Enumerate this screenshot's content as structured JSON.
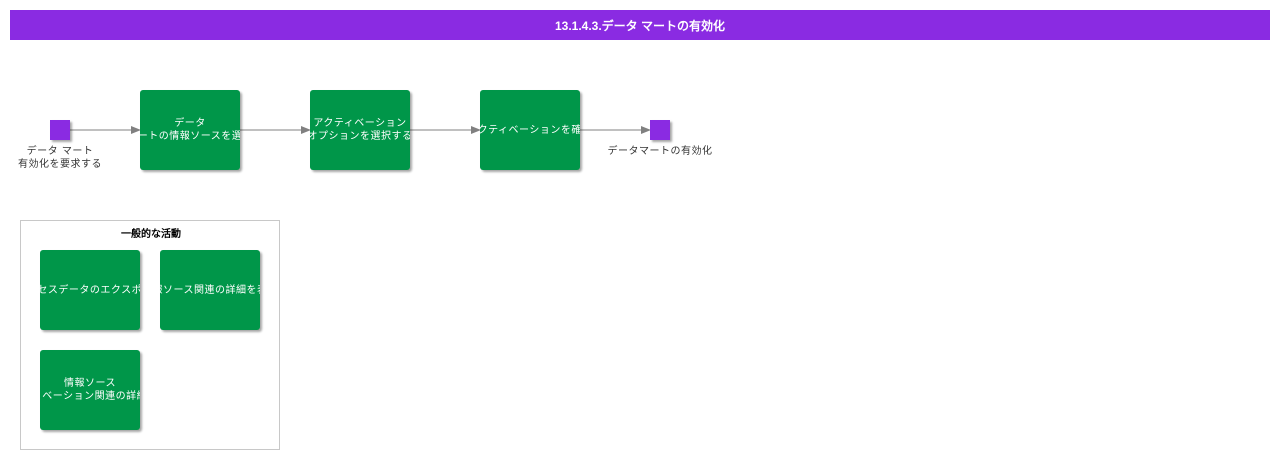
{
  "header": {
    "title": "13.1.4.3.データ マートの有効化"
  },
  "flow": {
    "start_label": "データ マート\n有効化を要求する",
    "end_label": "データマートの有効化",
    "activities": [
      {
        "label": "データ\nマートの情報ソースを選択"
      },
      {
        "label": "アクティベーション\nオプションを選択する"
      },
      {
        "label": "アクティベーションを確認"
      }
    ]
  },
  "group": {
    "title": "一般的な活動",
    "activities": [
      {
        "label": "アクセスデータのエクスポート"
      },
      {
        "label": "情報ソース関連の詳細を表示"
      },
      {
        "label": "情報ソース\nアクティベーション関連の詳細を表示"
      }
    ]
  },
  "colors": {
    "header": "#8a2be2",
    "terminal": "#8a2be2",
    "activity": "#009649",
    "edge": "#808080"
  }
}
